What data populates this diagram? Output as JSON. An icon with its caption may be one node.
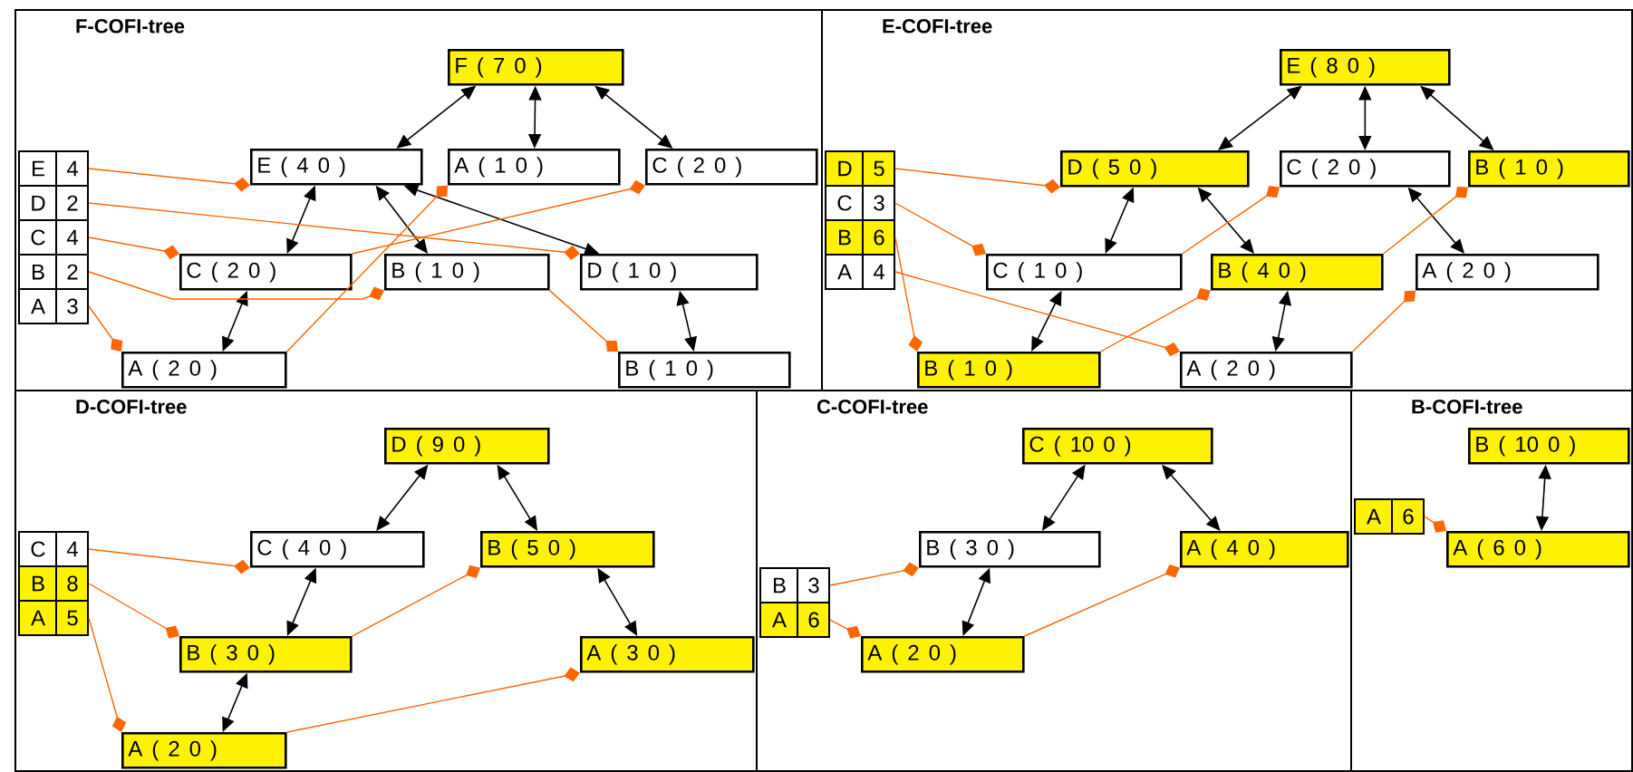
{
  "diagram": {
    "nodes": [
      {
        "text": [
          "F-COFI-tree"
        ]
      },
      {
        "text": [
          "F ( 7 0 )"
        ],
        "in": 0
      },
      {
        "text": [
          "E ( 4 0 )"
        ],
        "in": 0
      },
      {
        "text": [
          "A ( 1 0 )"
        ],
        "in": 0
      },
      {
        "text": [
          "C ( 2 0 )"
        ],
        "in": 0
      },
      {
        "text": [
          "C ( 2 0 )"
        ],
        "in": 0
      },
      {
        "text": [
          "B ( 1 0 )"
        ],
        "in": 0
      },
      {
        "text": [
          "D ( 1 0 )"
        ],
        "in": 0
      },
      {
        "text": [
          "A ( 2 0 )"
        ],
        "in": 0
      },
      {
        "text": [
          "B ( 1 0 )"
        ],
        "in": 0
      },
      {
        "text": [
          "E",
          "4"
        ],
        "in": 0
      },
      {
        "text": [
          "D",
          "2"
        ],
        "in": 0
      },
      {
        "text": [
          "C",
          "4"
        ],
        "in": 0
      },
      {
        "text": [
          "B",
          "2"
        ],
        "in": 0
      },
      {
        "text": [
          "A",
          "3"
        ],
        "in": 0
      },
      {
        "text": [
          "E-COFI-tree"
        ]
      },
      {
        "text": [
          "E ( 8 0 )"
        ],
        "in": 15
      },
      {
        "text": [
          "D ( 5 0 )"
        ],
        "in": 15
      },
      {
        "text": [
          "C ( 2 0 )"
        ],
        "in": 15
      },
      {
        "text": [
          "B ( 1 0 )"
        ],
        "in": 15
      },
      {
        "text": [
          "C ( 1 0 )"
        ],
        "in": 15
      },
      {
        "text": [
          "B ( 4 0 )"
        ],
        "in": 15
      },
      {
        "text": [
          "A ( 2 0 )"
        ],
        "in": 15
      },
      {
        "text": [
          "B ( 1 0 )"
        ],
        "in": 15
      },
      {
        "text": [
          "A ( 2 0 )"
        ],
        "in": 15
      },
      {
        "text": [
          "D",
          "5"
        ],
        "in": 15
      },
      {
        "text": [
          "C",
          "3"
        ],
        "in": 15
      },
      {
        "text": [
          "B",
          "6"
        ],
        "in": 15
      },
      {
        "text": [
          "A",
          "4"
        ],
        "in": 15
      },
      {
        "text": [
          "D-COFI-tree"
        ]
      },
      {
        "text": [
          "D ( 9 0 )"
        ],
        "in": 29
      },
      {
        "text": [
          "C ( 4 0 )"
        ],
        "in": 29
      },
      {
        "text": [
          "B ( 5 0 )"
        ],
        "in": 29
      },
      {
        "text": [
          "B ( 3 0 )"
        ],
        "in": 29
      },
      {
        "text": [
          "A ( 3 0 )"
        ],
        "in": 29
      },
      {
        "text": [
          "A ( 2 0 )"
        ],
        "in": 29
      },
      {
        "text": [
          "C",
          "4"
        ],
        "in": 29
      },
      {
        "text": [
          "B",
          "8"
        ],
        "in": 29
      },
      {
        "text": [
          "A",
          "5"
        ],
        "in": 29
      },
      {
        "text": [
          "C-COFI-tree"
        ]
      },
      {
        "text": [
          "C ( 10 0 )"
        ],
        "in": 39
      },
      {
        "text": [
          "B ( 3 0 )"
        ],
        "in": 39
      },
      {
        "text": [
          "A ( 4 0 )"
        ],
        "in": 39
      },
      {
        "text": [
          "A ( 2 0 )"
        ],
        "in": 39
      },
      {
        "text": [
          "B",
          "3"
        ],
        "in": 39
      },
      {
        "text": [
          "A",
          "6"
        ],
        "in": 39
      },
      {
        "text": [
          "B-COFI-tree"
        ]
      },
      {
        "text": [
          "B ( 10 0 )"
        ],
        "in": 46
      },
      {
        "text": [
          "A ( 6 0 )"
        ],
        "in": 46
      },
      {
        "text": [
          "A",
          "6"
        ],
        "in": 46
      }
    ],
    "edges": [
      {
        "from": 1,
        "to": 2,
        "arrow": "both"
      },
      {
        "from": 1,
        "to": 3,
        "arrow": "both"
      },
      {
        "from": 1,
        "to": 4,
        "arrow": "both"
      },
      {
        "from": 2,
        "to": 5,
        "arrow": "both"
      },
      {
        "from": 2,
        "to": 6,
        "arrow": "both"
      },
      {
        "from": 2,
        "to": 7,
        "arrow": "both"
      },
      {
        "from": 5,
        "to": 8,
        "arrow": "both"
      },
      {
        "from": 7,
        "to": 9,
        "arrow": "both"
      },
      {
        "from": 10,
        "to": 2,
        "arrow": "other",
        "color": "#ff6600"
      },
      {
        "from": 11,
        "to": 7,
        "arrow": "other",
        "color": "#ff6600"
      },
      {
        "from": 12,
        "to": 5,
        "arrow": "other",
        "color": "#ff6600"
      },
      {
        "from": 5,
        "to": 4,
        "arrow": "other",
        "color": "#ff6600"
      },
      {
        "from": 13,
        "to": 6,
        "arrow": "other",
        "color": "#ff6600"
      },
      {
        "from": 6,
        "to": 9,
        "arrow": "other",
        "color": "#ff6600"
      },
      {
        "from": 14,
        "to": 8,
        "arrow": "other",
        "color": "#ff6600"
      },
      {
        "from": 8,
        "to": 3,
        "arrow": "other",
        "color": "#ff6600"
      },
      {
        "from": 16,
        "to": 17,
        "arrow": "both"
      },
      {
        "from": 16,
        "to": 18,
        "arrow": "both"
      },
      {
        "from": 16,
        "to": 19,
        "arrow": "both"
      },
      {
        "from": 17,
        "to": 20,
        "arrow": "both"
      },
      {
        "from": 17,
        "to": 21,
        "arrow": "both"
      },
      {
        "from": 18,
        "to": 22,
        "arrow": "both"
      },
      {
        "from": 20,
        "to": 23,
        "arrow": "both"
      },
      {
        "from": 21,
        "to": 24,
        "arrow": "both"
      },
      {
        "from": 25,
        "to": 17,
        "arrow": "other",
        "color": "#ff6600"
      },
      {
        "from": 26,
        "to": 20,
        "arrow": "other",
        "color": "#ff6600"
      },
      {
        "from": 20,
        "to": 18,
        "arrow": "other",
        "color": "#ff6600"
      },
      {
        "from": 27,
        "to": 23,
        "arrow": "other",
        "color": "#ff6600"
      },
      {
        "from": 23,
        "to": 21,
        "arrow": "other",
        "color": "#ff6600"
      },
      {
        "from": 21,
        "to": 19,
        "arrow": "other",
        "color": "#ff6600"
      },
      {
        "from": 28,
        "to": 24,
        "arrow": "other",
        "color": "#ff6600"
      },
      {
        "from": 24,
        "to": 22,
        "arrow": "other",
        "color": "#ff6600"
      },
      {
        "from": 30,
        "to": 31,
        "arrow": "both"
      },
      {
        "from": 30,
        "to": 32,
        "arrow": "both"
      },
      {
        "from": 31,
        "to": 33,
        "arrow": "both"
      },
      {
        "from": 32,
        "to": 34,
        "arrow": "both"
      },
      {
        "from": 33,
        "to": 35,
        "arrow": "both"
      },
      {
        "from": 36,
        "to": 31,
        "arrow": "other",
        "color": "#ff6600"
      },
      {
        "from": 37,
        "to": 33,
        "arrow": "other",
        "color": "#ff6600"
      },
      {
        "from": 33,
        "to": 32,
        "arrow": "other",
        "color": "#ff6600"
      },
      {
        "from": 38,
        "to": 35,
        "arrow": "other",
        "color": "#ff6600"
      },
      {
        "from": 35,
        "to": 34,
        "arrow": "other",
        "color": "#ff6600"
      },
      {
        "from": 40,
        "to": 41,
        "arrow": "both"
      },
      {
        "from": 40,
        "to": 42,
        "arrow": "both"
      },
      {
        "from": 41,
        "to": 43,
        "arrow": "both"
      },
      {
        "from": 44,
        "to": 41,
        "arrow": "other",
        "color": "#ff6600"
      },
      {
        "from": 45,
        "to": 43,
        "arrow": "other",
        "color": "#ff6600"
      },
      {
        "from": 43,
        "to": 42,
        "arrow": "other",
        "color": "#ff6600"
      },
      {
        "from": 47,
        "to": 48,
        "arrow": "both"
      },
      {
        "from": 49,
        "to": 48,
        "arrow": "other",
        "color": "#ff6600"
      }
    ]
  }
}
